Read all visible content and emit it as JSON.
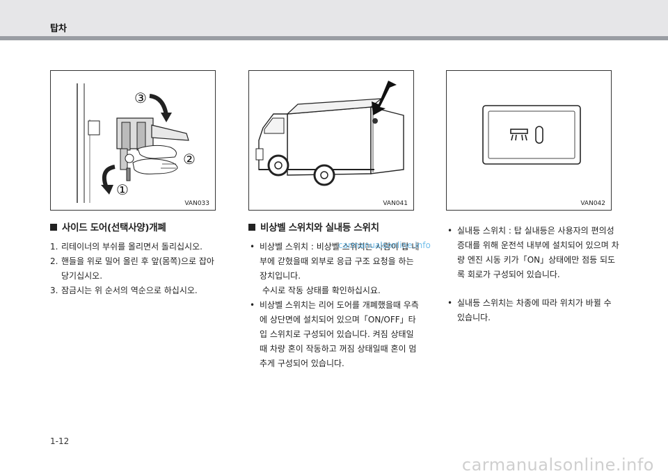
{
  "header": {
    "title": "탑차"
  },
  "figures": [
    {
      "code": "VAN033",
      "callouts": [
        "③",
        "②",
        "①"
      ]
    },
    {
      "code": "VAN041"
    },
    {
      "code": "VAN042"
    }
  ],
  "col1": {
    "heading": "사이드 도어(선택사양)개폐",
    "items": [
      {
        "num": "1.",
        "text": "리테이너의 부쉬를 올리면서 돌리십시오."
      },
      {
        "num": "2.",
        "text": "핸들을 위로 밀어 올린 후 앞(몸쪽)으로 잡아 당기십시오."
      },
      {
        "num": "3.",
        "text": "잠금시는 위 순서의 역순으로 하십시오."
      }
    ]
  },
  "col2": {
    "heading": "비상벨 스위치와 실내등 스위치",
    "b1": "비상벨 스위치 : 비상벨 스위치는 사람이 탑 내부에 갇혔을때 외부로 응급 구조 요청을 하는 장치입니다.",
    "b1_note": "수시로 작동 상태를 확인하십시요.",
    "b2": "비상벨 스위치는 리어 도어를 개폐했을때 우측에 상단면에 설치되어 있으며「ON/OFF」타입 스위치로 구성되어 있습니다. 켜짐 상태일때 차량 혼이 작동하고 꺼짐 상태일때 혼이 멈추게 구성되어 있습니다."
  },
  "col3": {
    "b1": "실내등 스위치 : 탑 실내등은 사용자의 편의성 증대를 위해 운전석 내부에 설치되어 있으며 차량 엔진 시동 키가「ON」상태에만 점등 되도록 회로가 구성되어 있습니다.",
    "b2": "실내등 스위치는 차종에 따라 위치가 바뀔 수 있습니다."
  },
  "bullet_char": "•",
  "page_number": "1-12",
  "watermarks": {
    "middle": "carmanualsonline.info",
    "bottom": "carmanualsonline.info"
  }
}
